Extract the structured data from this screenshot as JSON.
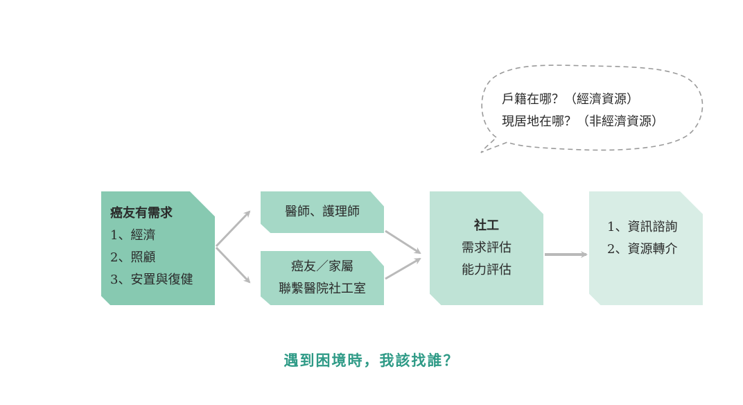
{
  "need": {
    "title": "癌友有需求",
    "items": [
      "1、經濟",
      "2、照顧",
      "3、安置與復健"
    ]
  },
  "doctor": {
    "label": "醫師、護理師"
  },
  "family": {
    "line1": "癌友／家屬",
    "line2": "聯繫醫院社工室"
  },
  "social": {
    "title": "社工",
    "items": [
      "需求評估",
      "能力評估"
    ]
  },
  "service": {
    "items": [
      "1、資訊諮詢",
      "2、資源轉介"
    ]
  },
  "bubble": {
    "line1": "戶籍在哪？（經濟資源）",
    "line2": "現居地在哪？（非經濟資源）"
  },
  "caption": "遇到困境時，我該找誰？",
  "colors": {
    "need_box": "#87c9b1",
    "path_box": "#a5d8c6",
    "social_box": "#bfe3d6",
    "service_box": "#d8ede5",
    "arrow": "#b9b9b9",
    "caption": "#2e9a86"
  }
}
